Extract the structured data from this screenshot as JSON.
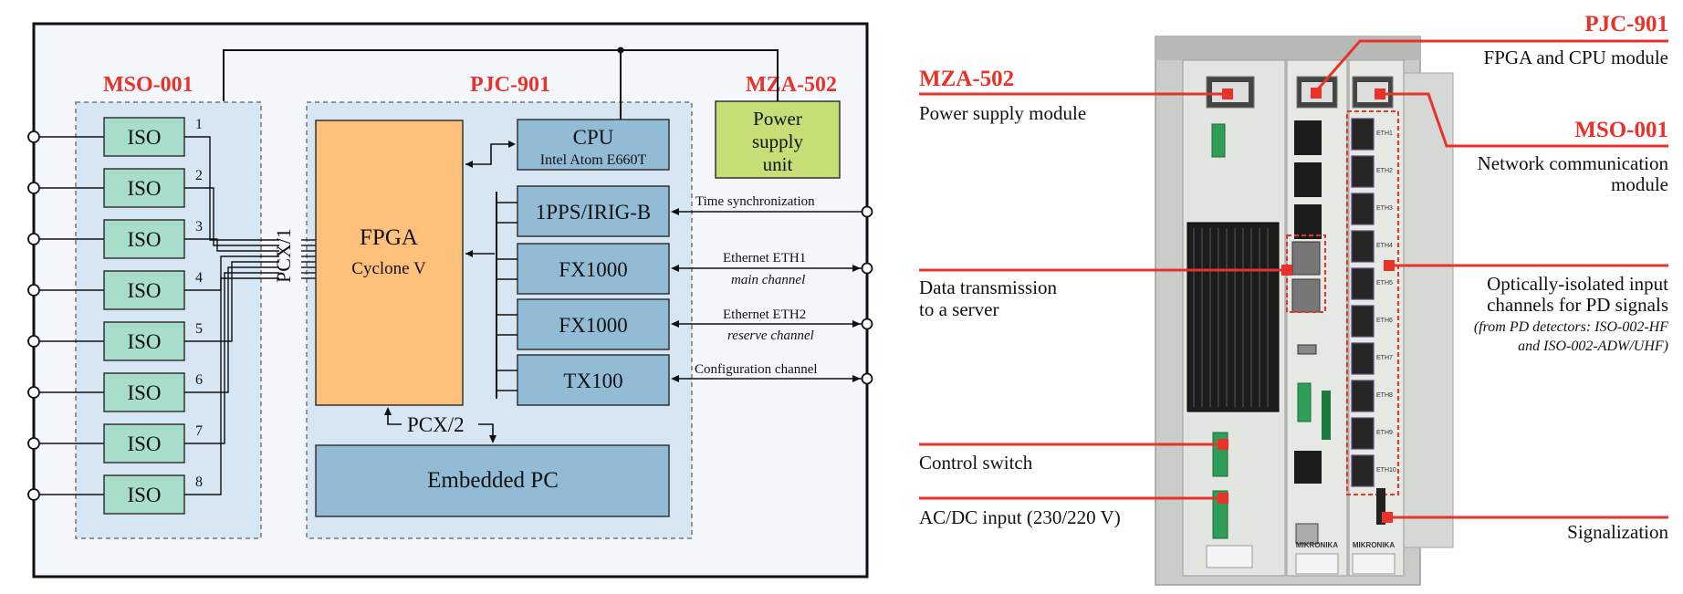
{
  "diagram": {
    "modules": {
      "mso": "MSO-001",
      "pjc": "PJC-901",
      "mza": "MZA-502"
    },
    "iso_label": "ISO",
    "iso_numbers": [
      "1",
      "2",
      "3",
      "4",
      "5",
      "6",
      "7",
      "8"
    ],
    "pcx1": "PCX/1",
    "pcx2": "PCX/2",
    "fpga": {
      "title": "FPGA",
      "sub": "Cyclone V"
    },
    "cpu": {
      "title": "CPU",
      "sub": "Intel Atom E660T"
    },
    "power": [
      "Power",
      "supply",
      "unit"
    ],
    "blocks": {
      "pps": "1PPS/IRIG-B",
      "fx1": "FX1000",
      "fx2": "FX1000",
      "tx": "TX100",
      "embedded": "Embedded PC"
    },
    "signals": {
      "time_sync": "Time synchronization",
      "eth1": "Ethernet ETH1",
      "eth1_sub": "main channel",
      "eth2": "Ethernet ETH2",
      "eth2_sub": "reserve channel",
      "config": "Configuration channel"
    },
    "colors": {
      "module_bg": "#d6e7f3",
      "iso": "#a8dccb",
      "fpga": "#fec07b",
      "blue_block": "#92bcd6",
      "power": "#c5df76",
      "accent": "#e8322a"
    }
  },
  "photo": {
    "callouts": {
      "mza_title": "MZA-502",
      "mza_desc": "Power supply module",
      "pjc_title": "PJC-901",
      "pjc_desc": "FPGA and CPU module",
      "mso_title": "MSO-001",
      "mso_desc1": "Network communication",
      "mso_desc2": "module",
      "data1": "Data transmission",
      "data2": "to a server",
      "opt1": "Optically-isolated input",
      "opt2": "channels for PD signals",
      "opt3": "(from PD detectors: ISO-002-HF",
      "opt4": "and ISO-002-ADW/UHF)",
      "control": "Control switch",
      "acdc": "AC/DC input (230/220 V)",
      "signal": "Signalization"
    },
    "device_text": {
      "brand": "MIKRONIKA",
      "eth": [
        "ETH1",
        "ETH2",
        "ETH3",
        "ETH4",
        "ETH5",
        "ETH6",
        "ETH7",
        "ETH8",
        "ETH9",
        "ETH10"
      ]
    }
  }
}
